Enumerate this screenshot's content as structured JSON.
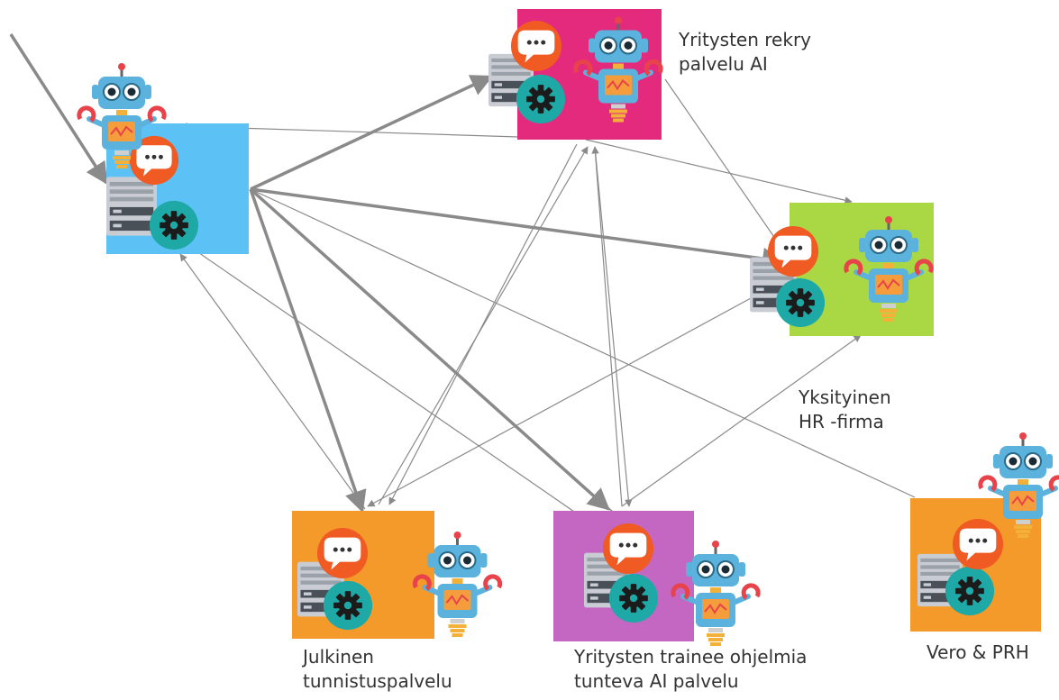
{
  "diagram": {
    "nodes": [
      {
        "id": "origin",
        "label": "",
        "color": "#5cc2f5",
        "gradient": "#9fdcfb"
      },
      {
        "id": "rekry",
        "label": "Yritysten rekry\npalvelu AI",
        "color": "#e32a7d",
        "gradient": "#f55a9e"
      },
      {
        "id": "hr",
        "label": "Yksityinen\nHR -firma",
        "color": "#a9d844",
        "gradient": "#cdee6e"
      },
      {
        "id": "julkinen",
        "label": "Julkinen\ntunnistuspalvelu",
        "color": "#f49a2a",
        "gradient": "#f9b85a"
      },
      {
        "id": "trainee",
        "label": "Yritysten trainee ohjelmia\ntunteva AI palvelu",
        "color": "#c467c2",
        "gradient": "#e3a9e2"
      },
      {
        "id": "vero",
        "label": "Vero & PRH",
        "color": "#f49a2a",
        "gradient": "#f9b85a"
      }
    ],
    "colors": {
      "edge": "#8a8a8a",
      "server": "#c9cdd3",
      "gear_circle": "#1fa9a6",
      "chat_circle": "#f05a23",
      "robot_body": "#5bb3dd",
      "robot_magnet": "#e8434a"
    }
  }
}
